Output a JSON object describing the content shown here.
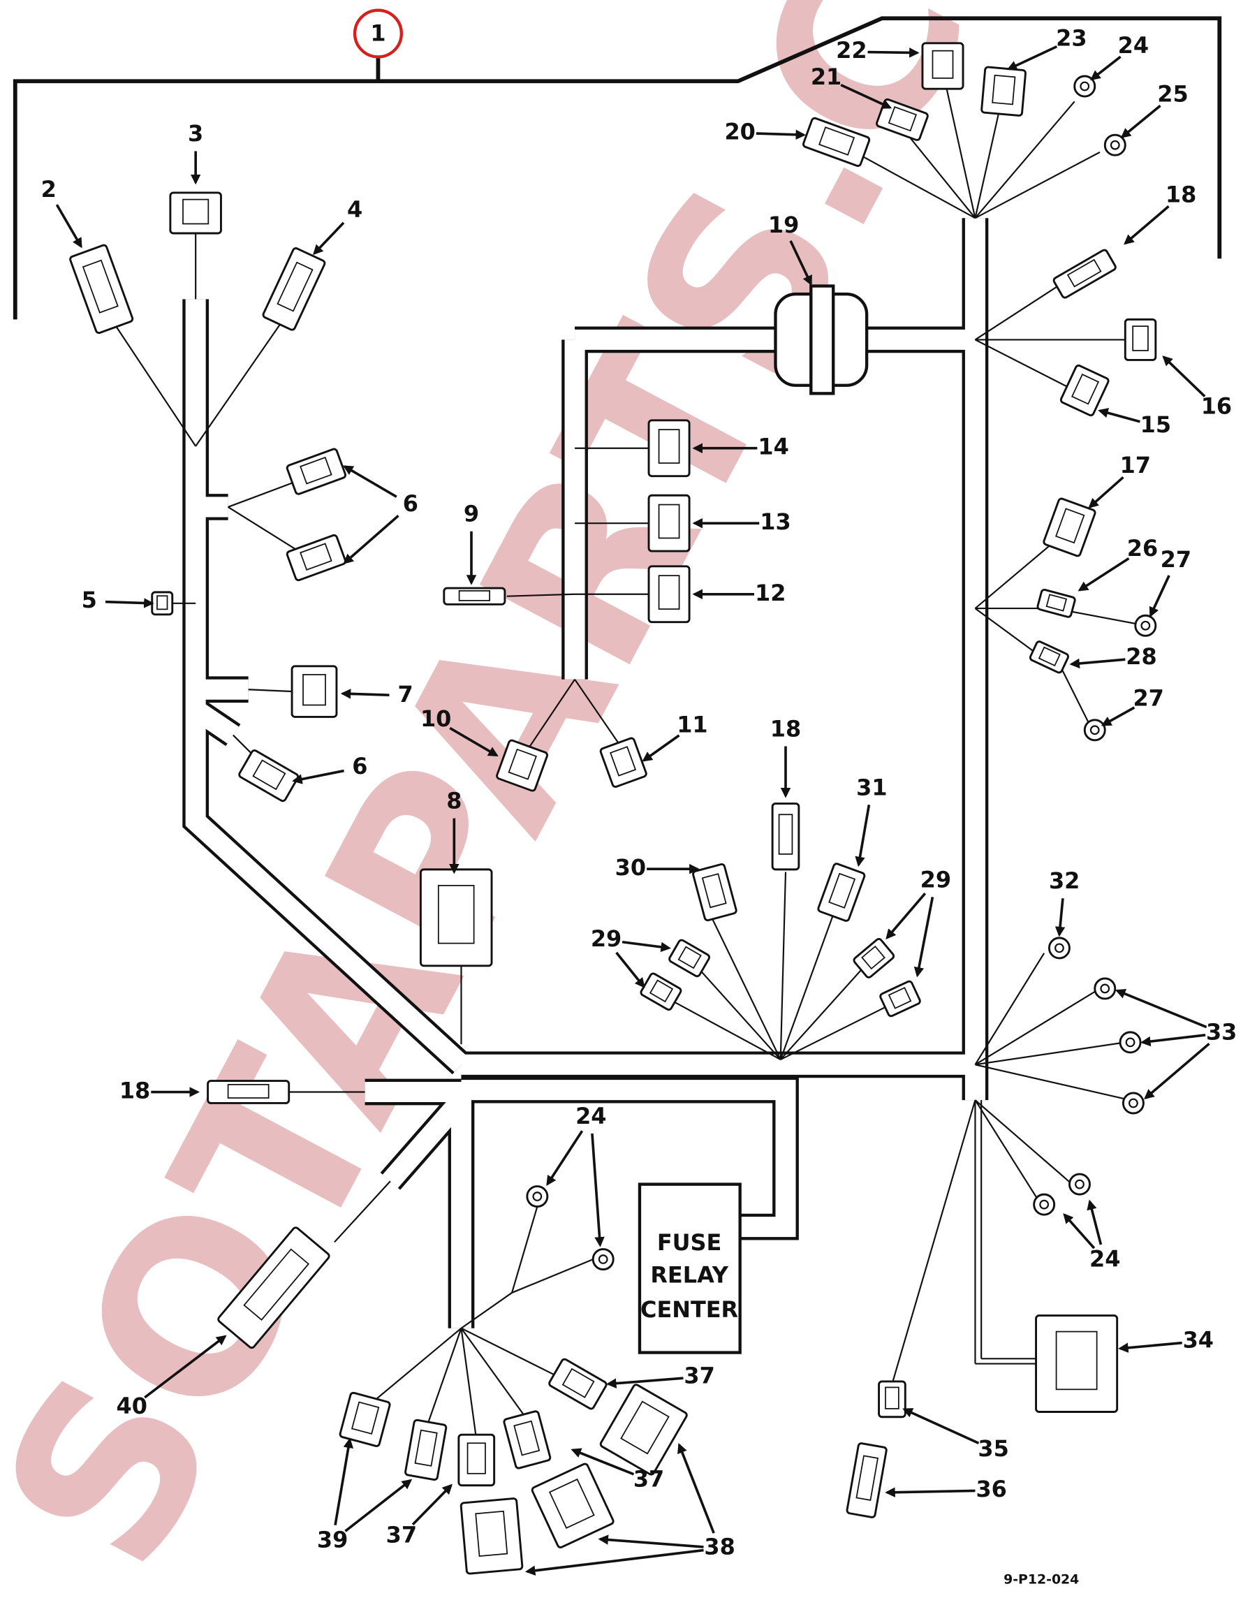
{
  "title_callout": "1",
  "callouts": [
    "2",
    "3",
    "4",
    "5",
    "6",
    "6",
    "7",
    "8",
    "9",
    "10",
    "11",
    "12",
    "13",
    "14",
    "15",
    "16",
    "17",
    "18",
    "18",
    "18",
    "19",
    "20",
    "21",
    "22",
    "23",
    "24",
    "24",
    "24",
    "25",
    "26",
    "27",
    "27",
    "28",
    "29",
    "29",
    "30",
    "31",
    "32",
    "33",
    "34",
    "35",
    "36",
    "37",
    "37",
    "37",
    "38",
    "39",
    "40"
  ],
  "fuse_relay_center": [
    "FUSE",
    "RELAY",
    "CENTER"
  ],
  "drawing_code": "9-P12-024",
  "watermark": "SOTAPARTS.COM",
  "colors": {
    "callout_circle": "#d62020",
    "watermark": "#c0444a"
  }
}
